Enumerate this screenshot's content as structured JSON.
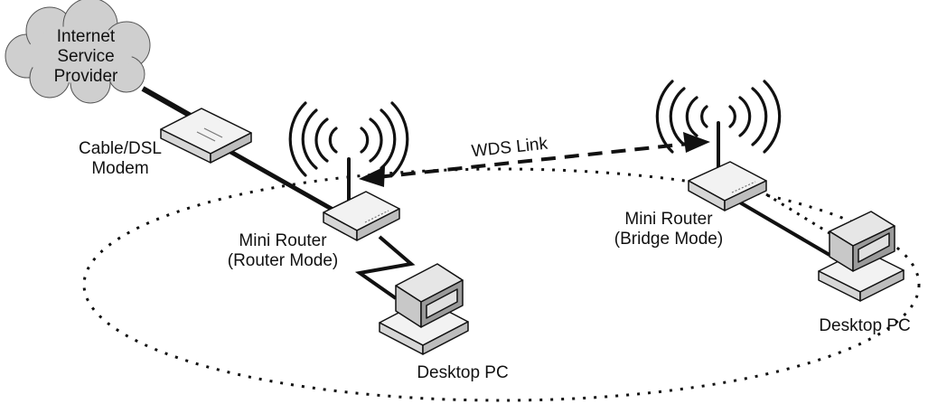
{
  "nodes": {
    "isp": {
      "lines": [
        "Internet",
        "Service",
        "Provider"
      ]
    },
    "modem": {
      "lines": [
        "Cable/DSL",
        "Modem"
      ]
    },
    "router_main": {
      "lines": [
        "Mini Router",
        "(Router Mode)"
      ]
    },
    "router_bridge": {
      "lines": [
        "Mini Router",
        "(Bridge Mode)"
      ]
    },
    "pc_left": {
      "label": "Desktop PC"
    },
    "pc_right": {
      "label": "Desktop PC"
    }
  },
  "links": {
    "wds": {
      "label": "WDS Link"
    }
  },
  "colors": {
    "ink": "#111111",
    "cloud_fill": "#cfcfcf",
    "device_fill": "#f2f2f2",
    "device_shade": "#cccccc"
  }
}
